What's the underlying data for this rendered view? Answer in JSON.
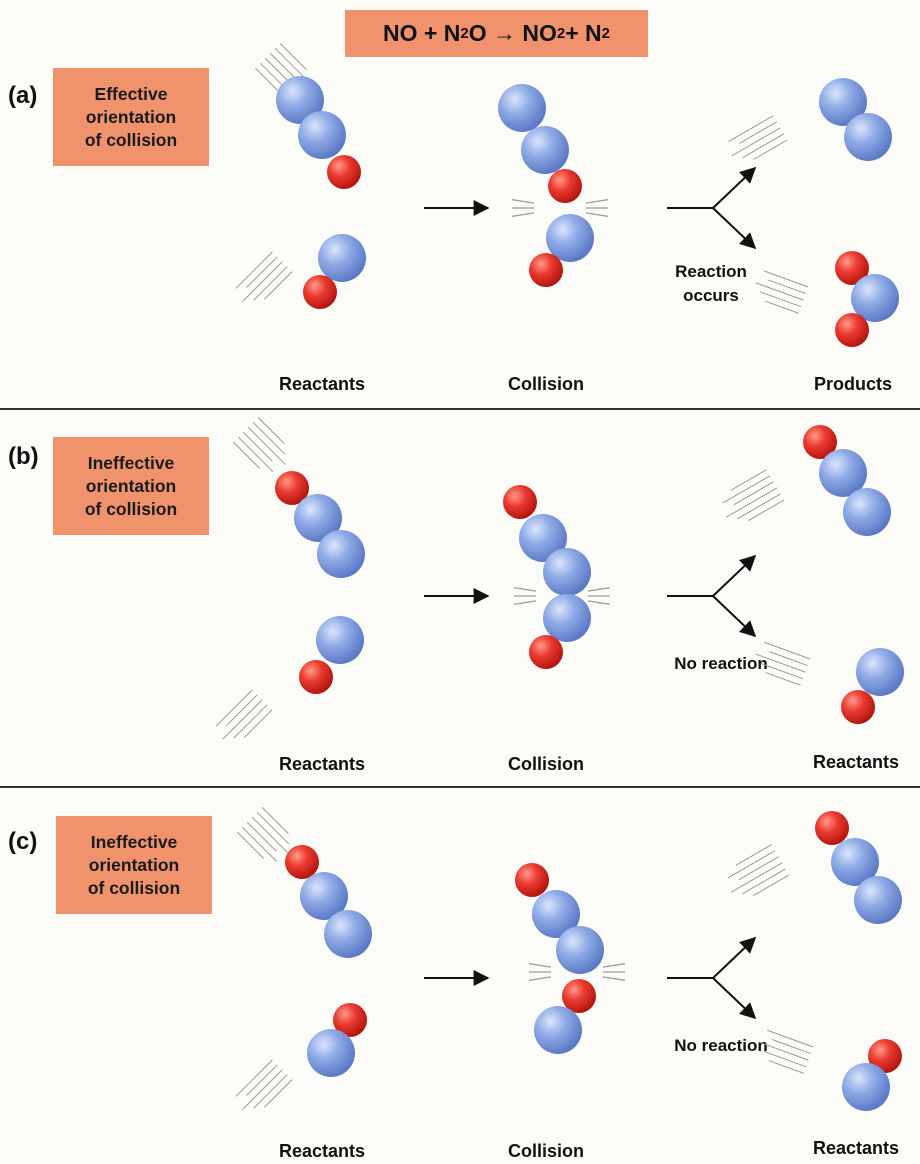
{
  "equation": {
    "parts": [
      "NO + N",
      "2",
      "O → NO",
      "2",
      " + N",
      "2"
    ]
  },
  "panels": [
    {
      "tag": "(a)",
      "label_lines": [
        "Effective",
        "orientation",
        "of collision"
      ],
      "captions": [
        "Reactants",
        "Collision",
        "Products"
      ],
      "outcome_lines": [
        "Reaction",
        "occurs"
      ]
    },
    {
      "tag": "(b)",
      "label_lines": [
        "Ineffective",
        "orientation",
        "of collision"
      ],
      "captions": [
        "Reactants",
        "Collision",
        "Reactants"
      ],
      "outcome_lines": [
        "No reaction"
      ]
    },
    {
      "tag": "(c)",
      "label_lines": [
        "Ineffective",
        "orientation",
        "of collision"
      ],
      "captions": [
        "Reactants",
        "Collision",
        "Reactants"
      ],
      "outcome_lines": [
        "No reaction"
      ]
    }
  ],
  "colors": {
    "nitrogen": "#7d9fe0",
    "oxygen": "#e8312f",
    "label_fill": "#f0936d",
    "background": "#fbfcf8"
  }
}
